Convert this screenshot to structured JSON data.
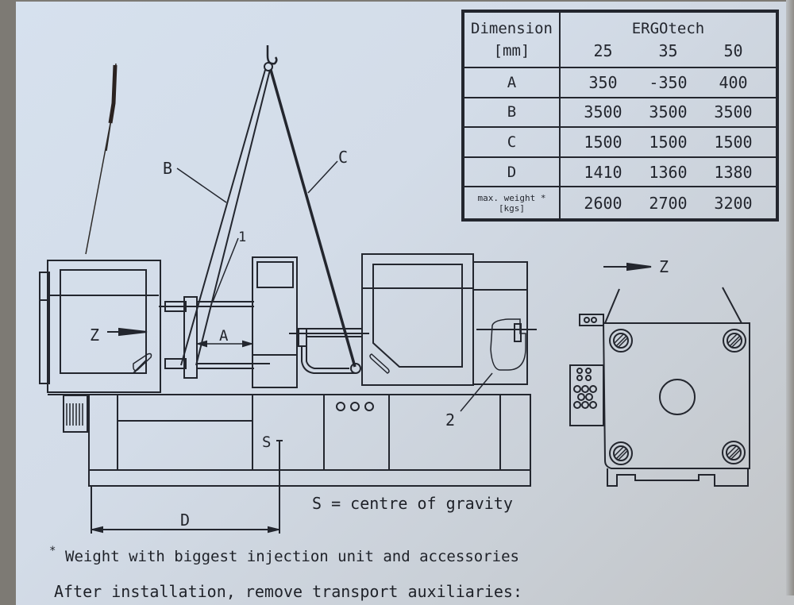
{
  "placard": {
    "background_color": "#d4dde9",
    "ink_color": "#23262e"
  },
  "table": {
    "header_dimension": "Dimension",
    "header_unit": "[mm]",
    "model_name": "ERGOtech",
    "sizes": [
      "25",
      "35",
      "50"
    ],
    "rows": [
      {
        "label": "A",
        "values": [
          "350",
          "-350",
          "400"
        ]
      },
      {
        "label": "B",
        "values": [
          "3500",
          "3500",
          "3500"
        ]
      },
      {
        "label": "C",
        "values": [
          "1500",
          "1500",
          "1500"
        ]
      },
      {
        "label": "D",
        "values": [
          "1410",
          "1360",
          "1380"
        ]
      },
      {
        "label": "max. weight *",
        "label_line2": "[kgs]",
        "values": [
          "2600",
          "2700",
          "3200"
        ]
      }
    ]
  },
  "diagram": {
    "side_view_labels": {
      "sling_b": "B",
      "sling_c": "C",
      "part_1": "1",
      "part_2": "2",
      "view_z": "Z",
      "dim_a": "A",
      "dim_d": "D",
      "gravity_marker": "S"
    },
    "end_view_labels": {
      "view_z": "Z"
    }
  },
  "legend": {
    "gravity_note": "S = centre of gravity"
  },
  "footnotes": {
    "weight_note_marker": "*",
    "weight_note": "Weight with biggest injection unit and accessories",
    "instruction": "After installation, remove transport auxiliaries:"
  }
}
